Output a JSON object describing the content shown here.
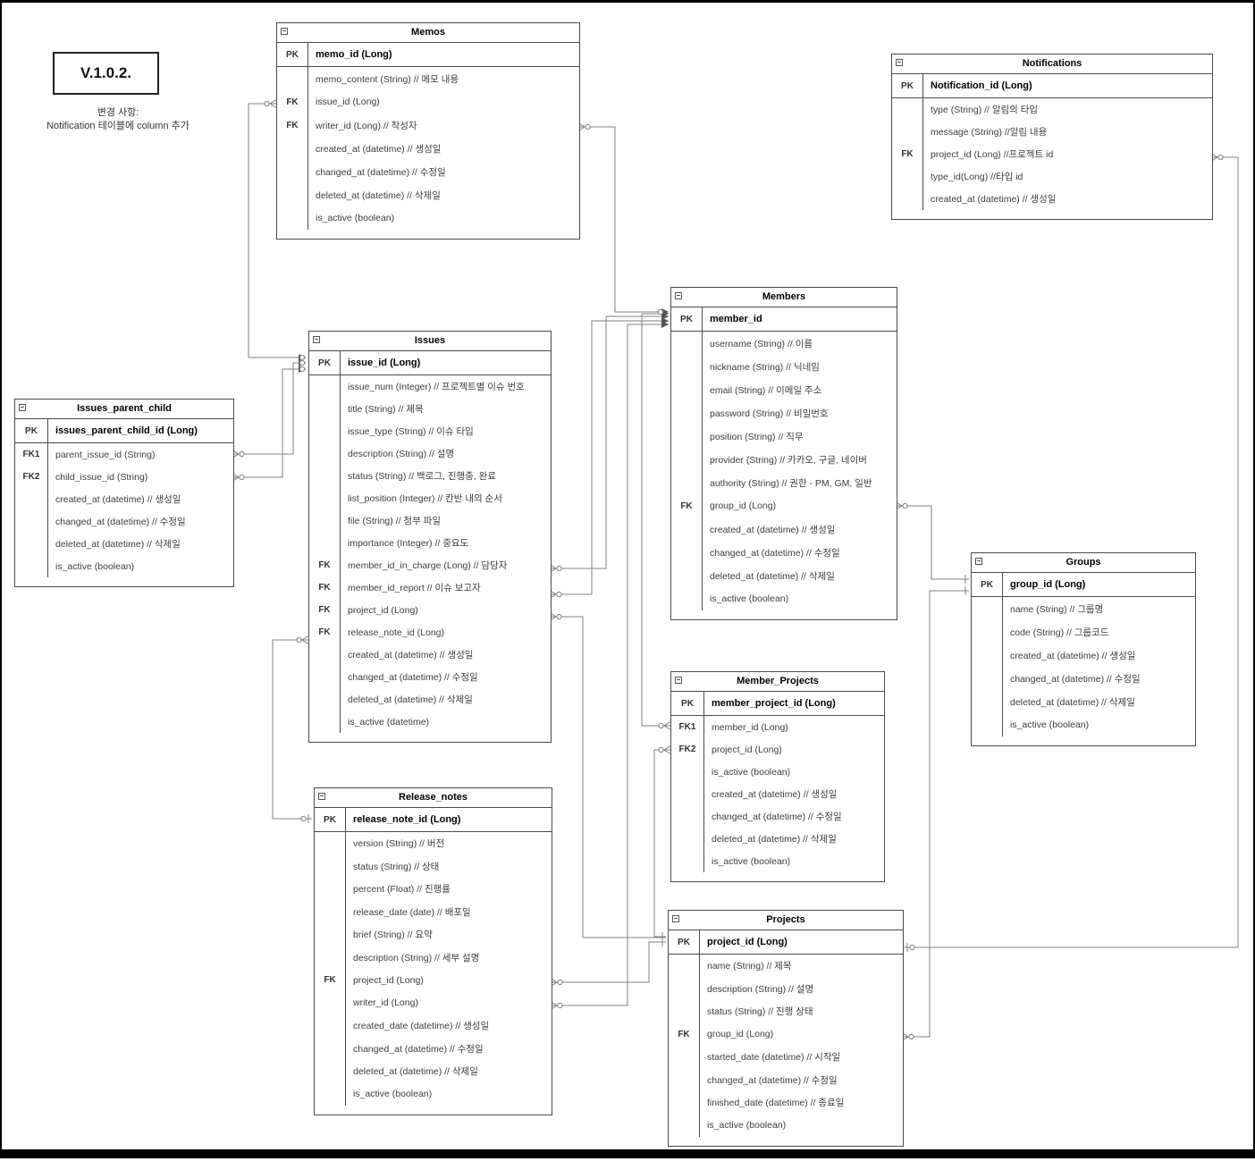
{
  "page": {
    "version_label": "V.1.0.2.",
    "change_note_line1": "변경 사항:",
    "change_note_line2": "Notification 테이블에 column 추가",
    "collapse_icon": "squared-minus"
  },
  "entities": {
    "memos": {
      "title": "Memos",
      "pk": {
        "key": "PK",
        "text": "memo_id (Long)"
      },
      "fields": [
        {
          "key": "",
          "text": "memo_content (String) // 메모 내용"
        },
        {
          "key": "FK",
          "text": "issue_id (Long)"
        },
        {
          "key": "FK",
          "text": "writer_id (Long) // 작성자"
        },
        {
          "key": "",
          "text": "created_at (datetime) // 생성일"
        },
        {
          "key": "",
          "text": "changed_at (datetime) // 수정일"
        },
        {
          "key": "",
          "text": "deleted_at (datetime) // 삭제일"
        },
        {
          "key": "",
          "text": "is_active (boolean)"
        }
      ]
    },
    "notifications": {
      "title": "Notifications",
      "pk": {
        "key": "PK",
        "text": "Notification_id (Long)"
      },
      "fields": [
        {
          "key": "",
          "text": "type (String) // 알림의 타입"
        },
        {
          "key": "",
          "text": "message (String) //알림 내용"
        },
        {
          "key": "FK",
          "text": "project_id (Long) //프로젝트 id"
        },
        {
          "key": "",
          "text": "type_id(Long) //타입 id"
        },
        {
          "key": "",
          "text": "created_at (datetime) // 생성일"
        }
      ]
    },
    "issues": {
      "title": "Issues",
      "pk": {
        "key": "PK",
        "text": "issue_id (Long)"
      },
      "fields": [
        {
          "key": "",
          "text": "issue_num (Integer) // 프로젝트별 이슈 번호"
        },
        {
          "key": "",
          "text": "title (String) // 제목"
        },
        {
          "key": "",
          "text": "issue_type (String) // 이슈 타입"
        },
        {
          "key": "",
          "text": "description (String) // 설명"
        },
        {
          "key": "",
          "text": "status (String) // 백로그, 진행중, 완료"
        },
        {
          "key": "",
          "text": "list_position (Integer) // 칸반 내의 순서"
        },
        {
          "key": "",
          "text": "file (String) // 첨부 파일"
        },
        {
          "key": "",
          "text": "importance (Integer) // 중요도"
        },
        {
          "key": "FK",
          "text": "member_id_in_charge (Long) // 담당자"
        },
        {
          "key": "FK",
          "text": "member_id_report // 이슈 보고자"
        },
        {
          "key": "FK",
          "text": "project_id (Long)"
        },
        {
          "key": "FK",
          "text": "release_note_id (Long)"
        },
        {
          "key": "",
          "text": "created_at (datetime) // 생성일"
        },
        {
          "key": "",
          "text": "changed_at (datetime) // 수정일"
        },
        {
          "key": "",
          "text": "deleted_at (datetime) // 삭제일"
        },
        {
          "key": "",
          "text": "is_active (datetime)"
        }
      ]
    },
    "issues_parent_child": {
      "title": "Issues_parent_child",
      "pk": {
        "key": "PK",
        "text": "issues_parent_child_id (Long)"
      },
      "fields": [
        {
          "key": "FK1",
          "text": "parent_issue_id (String)"
        },
        {
          "key": "FK2",
          "text": "child_issue_id (String)"
        },
        {
          "key": "",
          "text": "created_at (datetime) // 생성일"
        },
        {
          "key": "",
          "text": "changed_at (datetime) // 수정일"
        },
        {
          "key": "",
          "text": "deleted_at (datetime) // 삭제일"
        },
        {
          "key": "",
          "text": "is_active (boolean)"
        }
      ]
    },
    "members": {
      "title": "Members",
      "pk": {
        "key": "PK",
        "text": "member_id"
      },
      "fields": [
        {
          "key": "",
          "text": "username (String) // 이름"
        },
        {
          "key": "",
          "text": "nickname (String) // 닉네임"
        },
        {
          "key": "",
          "text": "email (String) // 이메일 주소"
        },
        {
          "key": "",
          "text": "password (String) // 비밀번호"
        },
        {
          "key": "",
          "text": "position (String) // 직무"
        },
        {
          "key": "",
          "text": "provider (String) // 카카오, 구글, 네이버"
        },
        {
          "key": "",
          "text": "authority (String) // 권한 - PM, GM, 일반"
        },
        {
          "key": "FK",
          "text": "group_id (Long)"
        },
        {
          "key": "",
          "text": "created_at (datetime) // 생성일"
        },
        {
          "key": "",
          "text": "changed_at (datetime) // 수정일"
        },
        {
          "key": "",
          "text": "deleted_at (datetime) // 삭제일"
        },
        {
          "key": "",
          "text": "is_active (boolean)"
        }
      ]
    },
    "member_projects": {
      "title": "Member_Projects",
      "pk": {
        "key": "PK",
        "text": "member_project_id (Long)"
      },
      "fields": [
        {
          "key": "FK1",
          "text": "member_id (Long)"
        },
        {
          "key": "FK2",
          "text": "project_id (Long)"
        },
        {
          "key": "",
          "text": "is_active (boolean)"
        },
        {
          "key": "",
          "text": "created_at (datetime) // 생성일"
        },
        {
          "key": "",
          "text": "changed_at (datetime) // 수정일"
        },
        {
          "key": "",
          "text": "deleted_at (datetime) // 삭제일"
        },
        {
          "key": "",
          "text": "is_active (boolean)"
        }
      ]
    },
    "groups": {
      "title": "Groups",
      "pk": {
        "key": "PK",
        "text": "group_id (Long)"
      },
      "fields": [
        {
          "key": "",
          "text": "name (String) // 그룹명"
        },
        {
          "key": "",
          "text": "code (String) // 그룹코드"
        },
        {
          "key": "",
          "text": "created_at (datetime) // 생성일"
        },
        {
          "key": "",
          "text": "changed_at (datetime) // 수정일"
        },
        {
          "key": "",
          "text": "deleted_at (datetime) // 삭제일"
        },
        {
          "key": "",
          "text": "is_active (boolean)"
        }
      ]
    },
    "release_notes": {
      "title": "Release_notes",
      "pk": {
        "key": "PK",
        "text": "release_note_id (Long)"
      },
      "fields": [
        {
          "key": "",
          "text": "version (String) // 버전"
        },
        {
          "key": "",
          "text": "status (String) // 상태"
        },
        {
          "key": "",
          "text": "percent (Float) // 진행률"
        },
        {
          "key": "",
          "text": "release_date (date) // 배포일"
        },
        {
          "key": "",
          "text": "brief (String) // 요약"
        },
        {
          "key": "",
          "text": "description (String) // 세부 설명"
        },
        {
          "key": "FK",
          "text": "project_id (Long)"
        },
        {
          "key": "",
          "text": "writer_id (Long)"
        },
        {
          "key": "",
          "text": "created_date (datetime) // 생성일"
        },
        {
          "key": "",
          "text": "changed_at (datetime) // 수정일"
        },
        {
          "key": "",
          "text": "deleted_at (datetime) // 삭제일"
        },
        {
          "key": "",
          "text": "is_active (boolean)"
        }
      ]
    },
    "projects": {
      "title": "Projects",
      "pk": {
        "key": "PK",
        "text": "project_id (Long)"
      },
      "fields": [
        {
          "key": "",
          "text": "name (String) // 제목"
        },
        {
          "key": "",
          "text": "description (String) // 설명"
        },
        {
          "key": "",
          "text": "status (String) // 진행 상태"
        },
        {
          "key": "FK",
          "text": "group_id (Long)"
        },
        {
          "key": "",
          "text": "started_date (datetime) // 시작일"
        },
        {
          "key": "",
          "text": "changed_at (datetime) // 수정일"
        },
        {
          "key": "",
          "text": "finished_date (datetime) // 종료일"
        },
        {
          "key": "",
          "text": "is_active (boolean)"
        }
      ]
    }
  },
  "relationships": [
    {
      "from": "Memos.issue_id",
      "to": "Issues.issue_id",
      "type": "many-to-one"
    },
    {
      "from": "Memos.writer_id",
      "to": "Members.member_id",
      "type": "many-to-one"
    },
    {
      "from": "Issues_parent_child.parent_issue_id",
      "to": "Issues.issue_id",
      "type": "many-to-one"
    },
    {
      "from": "Issues_parent_child.child_issue_id",
      "to": "Issues.issue_id",
      "type": "many-to-one"
    },
    {
      "from": "Issues.member_id_in_charge",
      "to": "Members.member_id",
      "type": "many-to-one"
    },
    {
      "from": "Issues.member_id_report",
      "to": "Members.member_id",
      "type": "many-to-one"
    },
    {
      "from": "Issues.project_id",
      "to": "Projects.project_id",
      "type": "many-to-one"
    },
    {
      "from": "Issues.release_note_id",
      "to": "Release_notes.release_note_id",
      "type": "many-to-one"
    },
    {
      "from": "Members.group_id",
      "to": "Groups.group_id",
      "type": "many-to-one"
    },
    {
      "from": "Member_Projects.member_id",
      "to": "Members.member_id",
      "type": "many-to-one"
    },
    {
      "from": "Member_Projects.project_id",
      "to": "Projects.project_id",
      "type": "many-to-one"
    },
    {
      "from": "Release_notes.project_id",
      "to": "Projects.project_id",
      "type": "many-to-one"
    },
    {
      "from": "Release_notes.writer_id",
      "to": "Members.member_id",
      "type": "many-to-one"
    },
    {
      "from": "Notifications.project_id",
      "to": "Projects.project_id",
      "type": "many-to-one"
    },
    {
      "from": "Projects.group_id",
      "to": "Groups.group_id",
      "type": "many-to-one"
    }
  ]
}
